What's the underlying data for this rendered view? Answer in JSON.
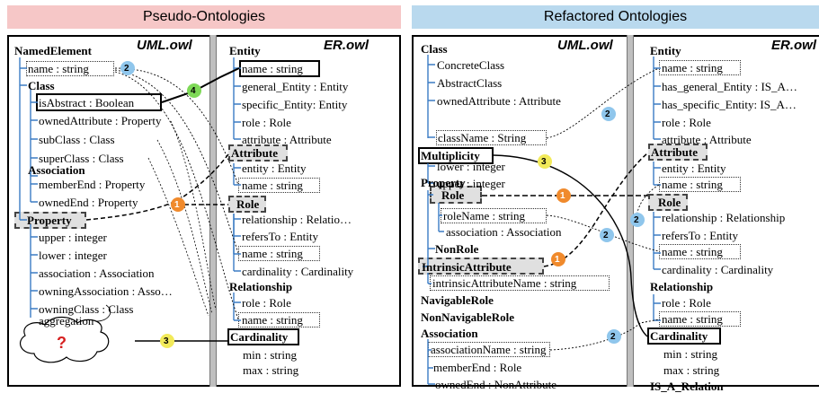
{
  "headers": {
    "left": "Pseudo-Ontologies",
    "right": "Refactored Ontologies"
  },
  "left": {
    "uml_title": "UML.owl",
    "er_title": "ER.owl",
    "uml": {
      "named_element": "NamedElement",
      "ne_name": "name : string",
      "class": "Class",
      "is_abstract": "isAbstract : Boolean",
      "owned_attribute": "ownedAttribute : Property",
      "sub_class": "subClass : Class",
      "super_class": "superClass : Class",
      "association": "Association",
      "member_end": "memberEnd : Property",
      "owned_end": "ownedEnd : Property",
      "property": "Property",
      "upper": "upper : integer",
      "lower": "lower : integer",
      "assoc_attr": "association : Association",
      "owning_association": "owningAssociation : Asso…",
      "owning_class": "owningClass : Class",
      "aggregation": "aggregation",
      "question": "?"
    },
    "er": {
      "entity": "Entity",
      "name1": "name : string",
      "general_entity": "general_Entity : Entity",
      "specific_entity": "specific_Entity: Entity",
      "role_attr": "role : Role",
      "attribute_attr": "attribute : Attribute",
      "attribute": "Attribute",
      "entity_attr": "entity : Entity",
      "name2": "name : string",
      "role": "Role",
      "relationship_attr": "relationship : Relatio…",
      "refers_to": "refersTo : Entity",
      "name3": "name : string",
      "cardinality_attr": "cardinality : Cardinality",
      "relationship": "Relationship",
      "rel_role": "role : Role",
      "name4": "name : string",
      "cardinality": "Cardinality",
      "min": "min : string",
      "max": "max : string"
    },
    "badges": {
      "b1": "1",
      "b2": "2",
      "b3": "3",
      "b4": "4"
    }
  },
  "right": {
    "uml_title": "UML.owl",
    "er_title": "ER.owl",
    "uml": {
      "class": "Class",
      "concrete_class": "ConcreteClass",
      "abstract_class": "AbstractClass",
      "owned_attribute": "ownedAttribute : Attribute",
      "class_name": "className : String",
      "multiplicity": "Multiplicity",
      "lower": "lower : integer",
      "upper": "upper : integer",
      "property": "Property",
      "role": "Role",
      "role_name": "roleName : string",
      "association_attr": "association : Association",
      "non_role": "NonRole",
      "intrinsic_attribute": "IntrinsicAttribute",
      "intrinsic_attribute_name": "intrinsicAttributeName : string",
      "navigable_role": "NavigableRole",
      "non_navigable_role": "NonNavigableRole",
      "association": "Association",
      "association_name": "associationName : string",
      "member_end": "memberEnd : Role",
      "owned_end": "ownedEnd : NonAttribute"
    },
    "er": {
      "entity": "Entity",
      "name1": "name : string",
      "has_general": "has_general_Entity : IS_A…",
      "has_specific": "has_specific_Entity: IS_A…",
      "role_attr": "role : Role",
      "attribute_attr": "attribute : Attribute",
      "attribute": "Attribute",
      "entity_attr": "entity : Entity",
      "name2": "name : string",
      "role": "Role",
      "relationship_attr": "relationship : Relationship",
      "refers_to": "refersTo : Entity",
      "name3": "name : string",
      "cardinality_attr": "cardinality : Cardinality",
      "relationship": "Relationship",
      "rel_role": "role : Role",
      "name4": "name : string",
      "cardinality": "Cardinality",
      "min": "min : string",
      "max": "max : string",
      "is_a_relation": "IS_A_Relation"
    },
    "badges": {
      "b1a": "1",
      "b1b": "1",
      "b2a": "2",
      "b2b": "2",
      "b2c": "2",
      "b2d": "2",
      "b3": "3"
    }
  },
  "colors": {
    "badge1": "#f08a2c",
    "badge2": "#8fc6ec",
    "badge3": "#f2ea5a",
    "badge4": "#7ed957",
    "left_header": "#f6c7c7",
    "right_header": "#b9d9ee"
  }
}
